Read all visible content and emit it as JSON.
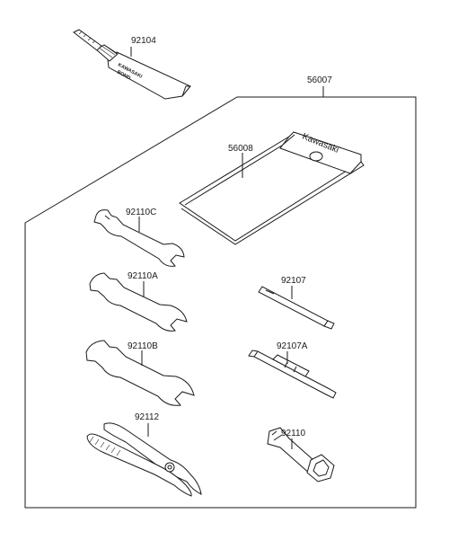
{
  "labels": {
    "grease_tube": "92104",
    "tool_kit": "56007",
    "tool_bag": "56008",
    "wrench_c": "92110C",
    "wrench_a": "92110A",
    "wrench_b": "92110B",
    "screwdriver": "92107",
    "screwdriver_handle": "92107A",
    "pliers": "92112",
    "socket": "92110"
  },
  "brand": {
    "bag_brand": "Kawasaki",
    "tube_brand": "KAWASAKI",
    "tube_product": "BOND"
  }
}
